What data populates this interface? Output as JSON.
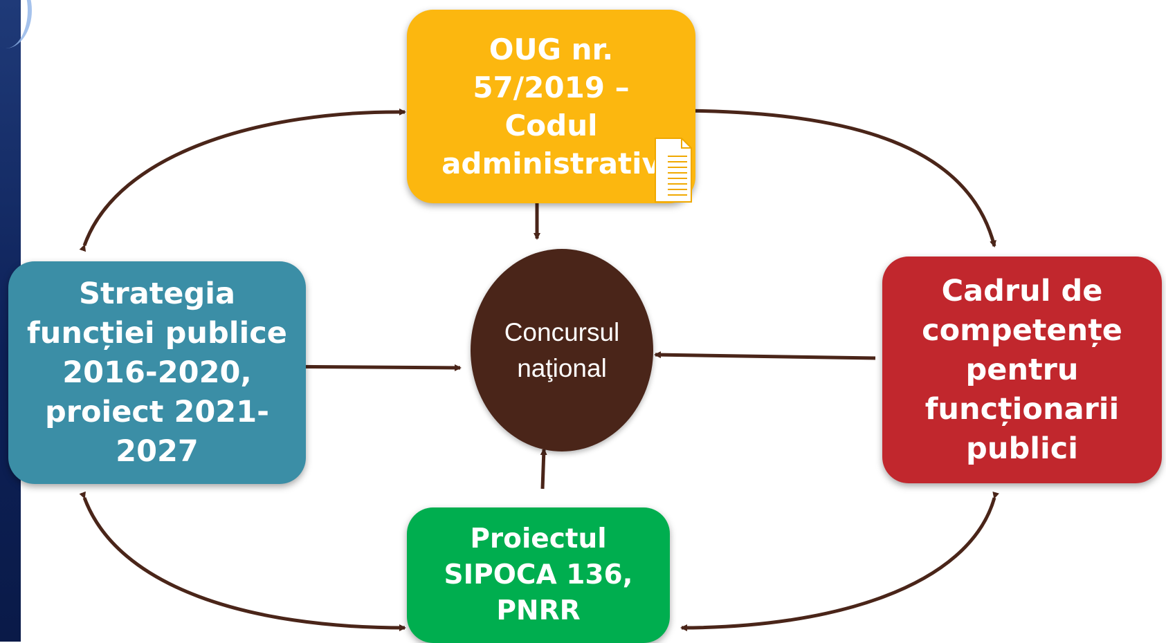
{
  "diagram": {
    "center": {
      "label": "Concursul\nnaţional"
    },
    "top": {
      "label": "OUG nr.\n57/2019 –\nCodul\nadministrativ"
    },
    "left": {
      "label": "Strategia\nfuncției publice\n2016-2020,\nproiect 2021-\n2027"
    },
    "right": {
      "label": "Cadrul de\ncompetențe\npentru\nfuncționarii\npublici"
    },
    "bottom": {
      "label": "Proiectul\nSIPOCA 136,\nPNRR"
    }
  },
  "colors": {
    "top_box": "#fcb70f",
    "left_box": "#3b8ea6",
    "right_box": "#c1272d",
    "bottom_box": "#00ae4f",
    "center": "#4a2519",
    "arrows": "#4a2519"
  },
  "icons": [
    "document-icon"
  ]
}
